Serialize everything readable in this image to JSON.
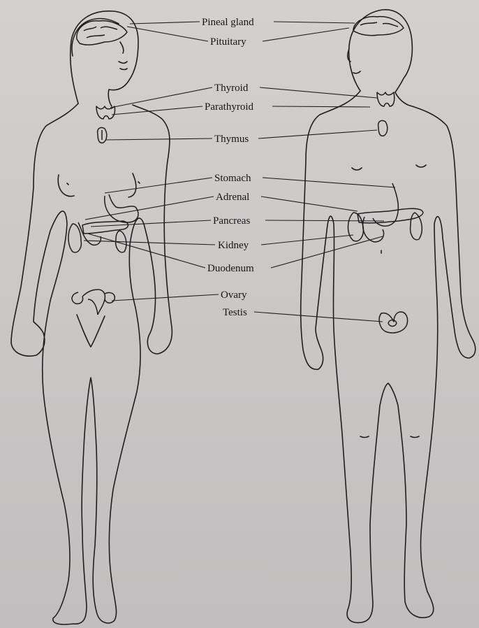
{
  "labels": {
    "pineal_gland": "Pineal gland",
    "pituitary": "Pituitary",
    "thyroid": "Thyroid",
    "parathyroid": "Parathyroid",
    "thymus": "Thymus",
    "stomach": "Stomach",
    "adrenal": "Adrenal",
    "pancreas": "Pancreas",
    "kidney": "Kidney",
    "duodenum": "Duodenum",
    "ovary": "Ovary",
    "testis": "Testis"
  },
  "colors": {
    "paper": "#cfcbca",
    "ink": "#1e1e1e"
  }
}
